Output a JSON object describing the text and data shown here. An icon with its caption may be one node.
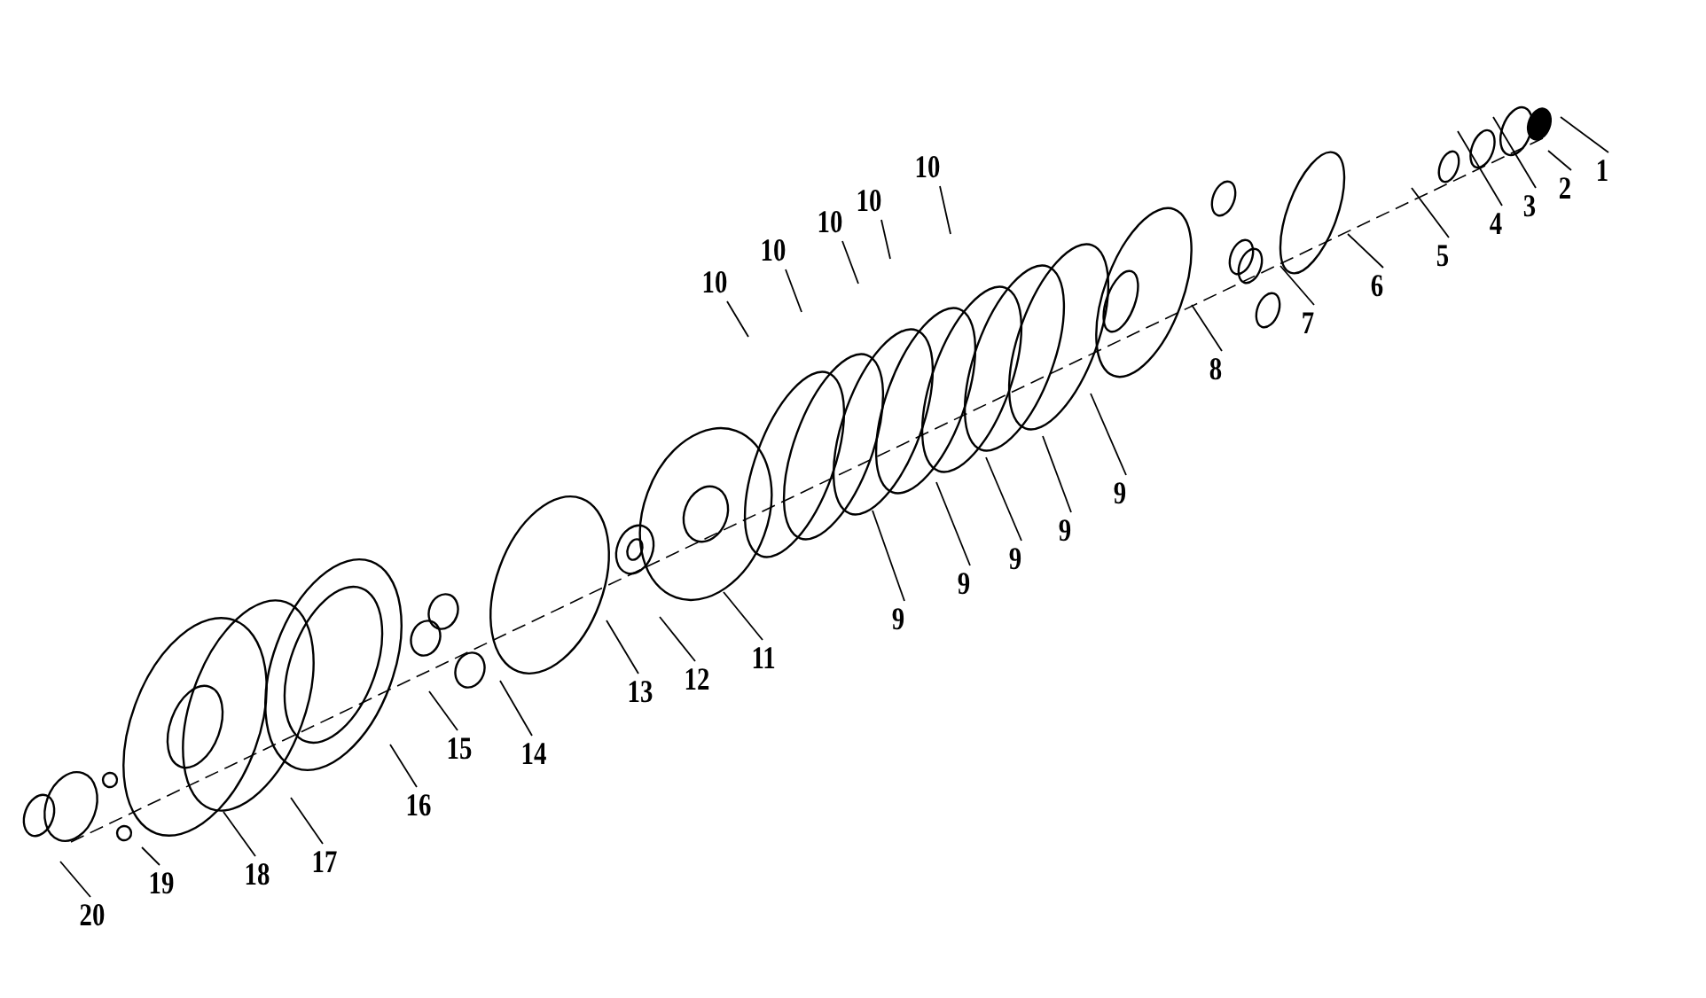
{
  "diagram": {
    "nodes": [
      {
        "text": [
          "1"
        ]
      },
      {
        "text": [
          "2"
        ]
      },
      {
        "text": [
          "3"
        ]
      },
      {
        "text": [
          "4"
        ]
      },
      {
        "text": [
          "5"
        ]
      },
      {
        "text": [
          "6"
        ]
      },
      {
        "text": [
          "7"
        ]
      },
      {
        "text": [
          "8"
        ]
      },
      {
        "text": [
          "9"
        ]
      },
      {
        "text": [
          "9"
        ]
      },
      {
        "text": [
          "9"
        ]
      },
      {
        "text": [
          "9"
        ]
      },
      {
        "text": [
          "9"
        ]
      },
      {
        "text": [
          "10"
        ]
      },
      {
        "text": [
          "10"
        ]
      },
      {
        "text": [
          "10"
        ]
      },
      {
        "text": [
          "10"
        ]
      },
      {
        "text": [
          "10"
        ]
      },
      {
        "text": [
          "11"
        ]
      },
      {
        "text": [
          "12"
        ]
      },
      {
        "text": [
          "13"
        ]
      },
      {
        "text": [
          "14"
        ]
      },
      {
        "text": [
          "15"
        ]
      },
      {
        "text": [
          "16"
        ]
      },
      {
        "text": [
          "17"
        ]
      },
      {
        "text": [
          "18"
        ]
      },
      {
        "text": [
          "19"
        ]
      },
      {
        "text": [
          "20"
        ]
      }
    ],
    "edges": [
      {
        "from": 0,
        "to": null,
        "arrow": "none"
      },
      {
        "from": 1,
        "to": null,
        "arrow": "none"
      },
      {
        "from": 2,
        "to": null,
        "arrow": "none"
      },
      {
        "from": 3,
        "to": null,
        "arrow": "none"
      },
      {
        "from": 4,
        "to": null,
        "arrow": "none"
      },
      {
        "from": 5,
        "to": null,
        "arrow": "none"
      },
      {
        "from": 6,
        "to": null,
        "arrow": "none"
      },
      {
        "from": 7,
        "to": null,
        "arrow": "none"
      },
      {
        "from": 8,
        "to": null,
        "arrow": "none"
      },
      {
        "from": 9,
        "to": null,
        "arrow": "none"
      },
      {
        "from": 10,
        "to": null,
        "arrow": "none"
      },
      {
        "from": 11,
        "to": null,
        "arrow": "none"
      },
      {
        "from": 12,
        "to": null,
        "arrow": "none"
      },
      {
        "from": 13,
        "to": null,
        "arrow": "none"
      },
      {
        "from": 14,
        "to": null,
        "arrow": "none"
      },
      {
        "from": 15,
        "to": null,
        "arrow": "none"
      },
      {
        "from": 16,
        "to": null,
        "arrow": "none"
      },
      {
        "from": 17,
        "to": null,
        "arrow": "none"
      },
      {
        "from": 18,
        "to": null,
        "arrow": "none"
      },
      {
        "from": 19,
        "to": null,
        "arrow": "none"
      },
      {
        "from": 20,
        "to": null,
        "arrow": "none"
      },
      {
        "from": 21,
        "to": null,
        "arrow": "none"
      },
      {
        "from": 22,
        "to": null,
        "arrow": "none"
      },
      {
        "from": 23,
        "to": null,
        "arrow": "none"
      },
      {
        "from": 24,
        "to": null,
        "arrow": "none"
      },
      {
        "from": 25,
        "to": null,
        "arrow": "none"
      },
      {
        "from": 26,
        "to": null,
        "arrow": "none"
      },
      {
        "from": 27,
        "to": null,
        "arrow": "none"
      }
    ]
  }
}
